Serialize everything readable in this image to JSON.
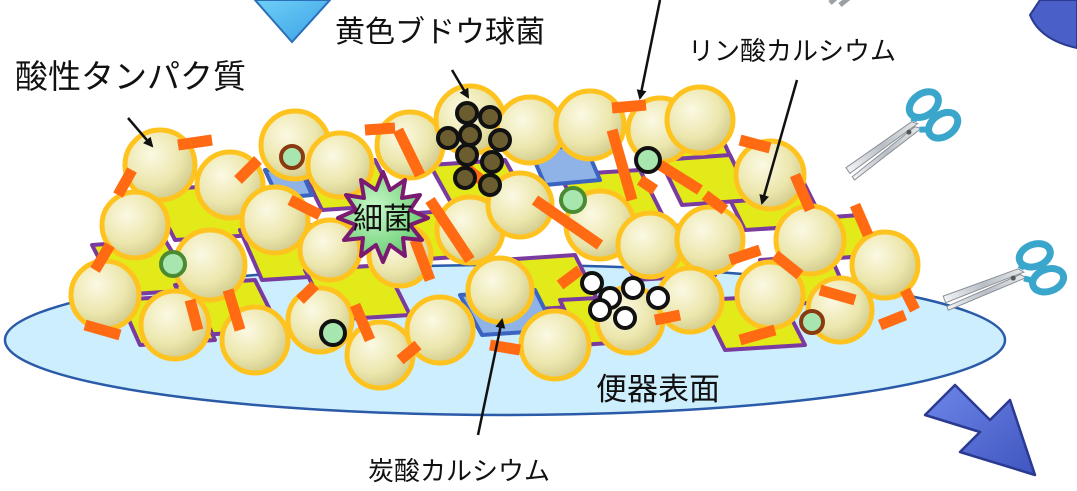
{
  "labels": {
    "acidic_protein": "酸性タンパク質",
    "staph": "黄色ブドウ球菌",
    "calcium_phosphate": "リン酸カルシウム",
    "bacteria": "細菌",
    "toilet_surface": "便器表面",
    "calcium_carbonate": "炭酸カルシウム"
  },
  "colors": {
    "sphere_fill": "#ece7ad",
    "sphere_outline": "#ffc320",
    "plate_fill": "#e2ea1a",
    "plate_outline": "#7a3aa0",
    "rod": "#ff6a13",
    "base_fill": "#cdeefc",
    "base_outline": "#2a5aa8",
    "arrow": "#4a60c8",
    "scissors_handle": "#3aa6cc"
  },
  "icons": [
    "scissors-icon",
    "arrow-icon",
    "bacteria-burst-icon"
  ]
}
